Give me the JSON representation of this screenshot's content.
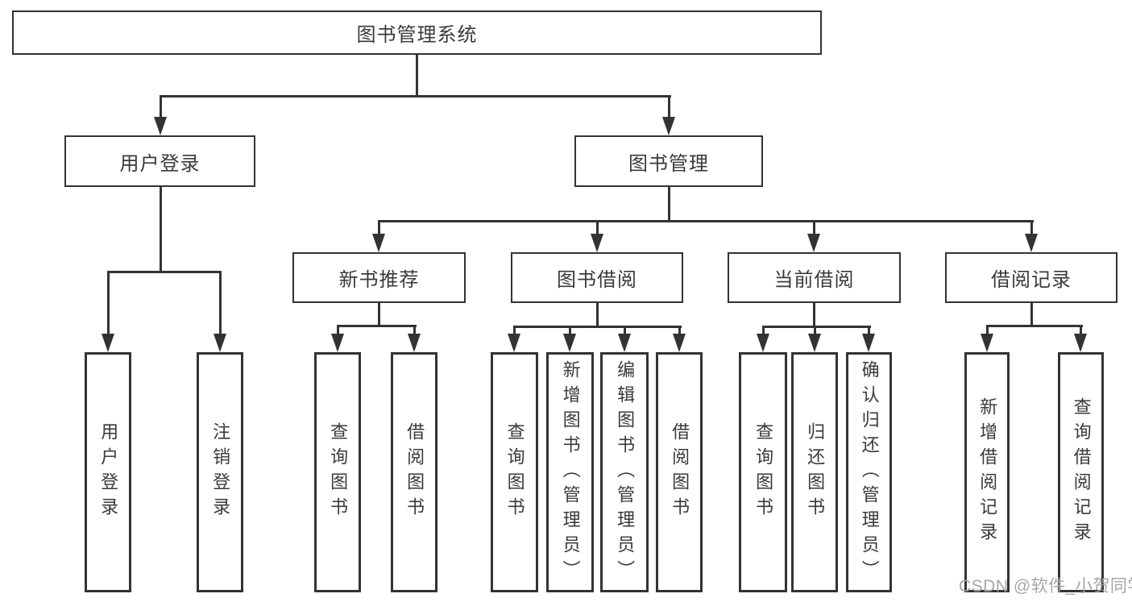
{
  "tree": {
    "label": "图书管理系统",
    "children": [
      {
        "label": "用户登录",
        "children": [
          {
            "label": "用户登录"
          },
          {
            "label": "注销登录"
          }
        ]
      },
      {
        "label": "图书管理",
        "children": [
          {
            "label": "新书推荐",
            "children": [
              {
                "label": "查询图书"
              },
              {
                "label": "借阅图书"
              }
            ]
          },
          {
            "label": "图书借阅",
            "children": [
              {
                "label": "查询图书"
              },
              {
                "label": "新增图书（管理员）"
              },
              {
                "label": "编辑图书（管理员）"
              },
              {
                "label": "借阅图书"
              }
            ]
          },
          {
            "label": "当前借阅",
            "children": [
              {
                "label": "查询图书"
              },
              {
                "label": "归还图书"
              },
              {
                "label": "确认归还（管理员）"
              }
            ]
          },
          {
            "label": "借阅记录",
            "children": [
              {
                "label": "新增借阅记录"
              },
              {
                "label": "查询借阅记录"
              }
            ]
          }
        ]
      }
    ]
  },
  "watermark": {
    "text": "CSDN @软件_小贺同学"
  },
  "colors": {
    "line": "#333333",
    "text": "#3a3a3a",
    "background": "#ffffff",
    "watermark": "#a6a6a6"
  }
}
